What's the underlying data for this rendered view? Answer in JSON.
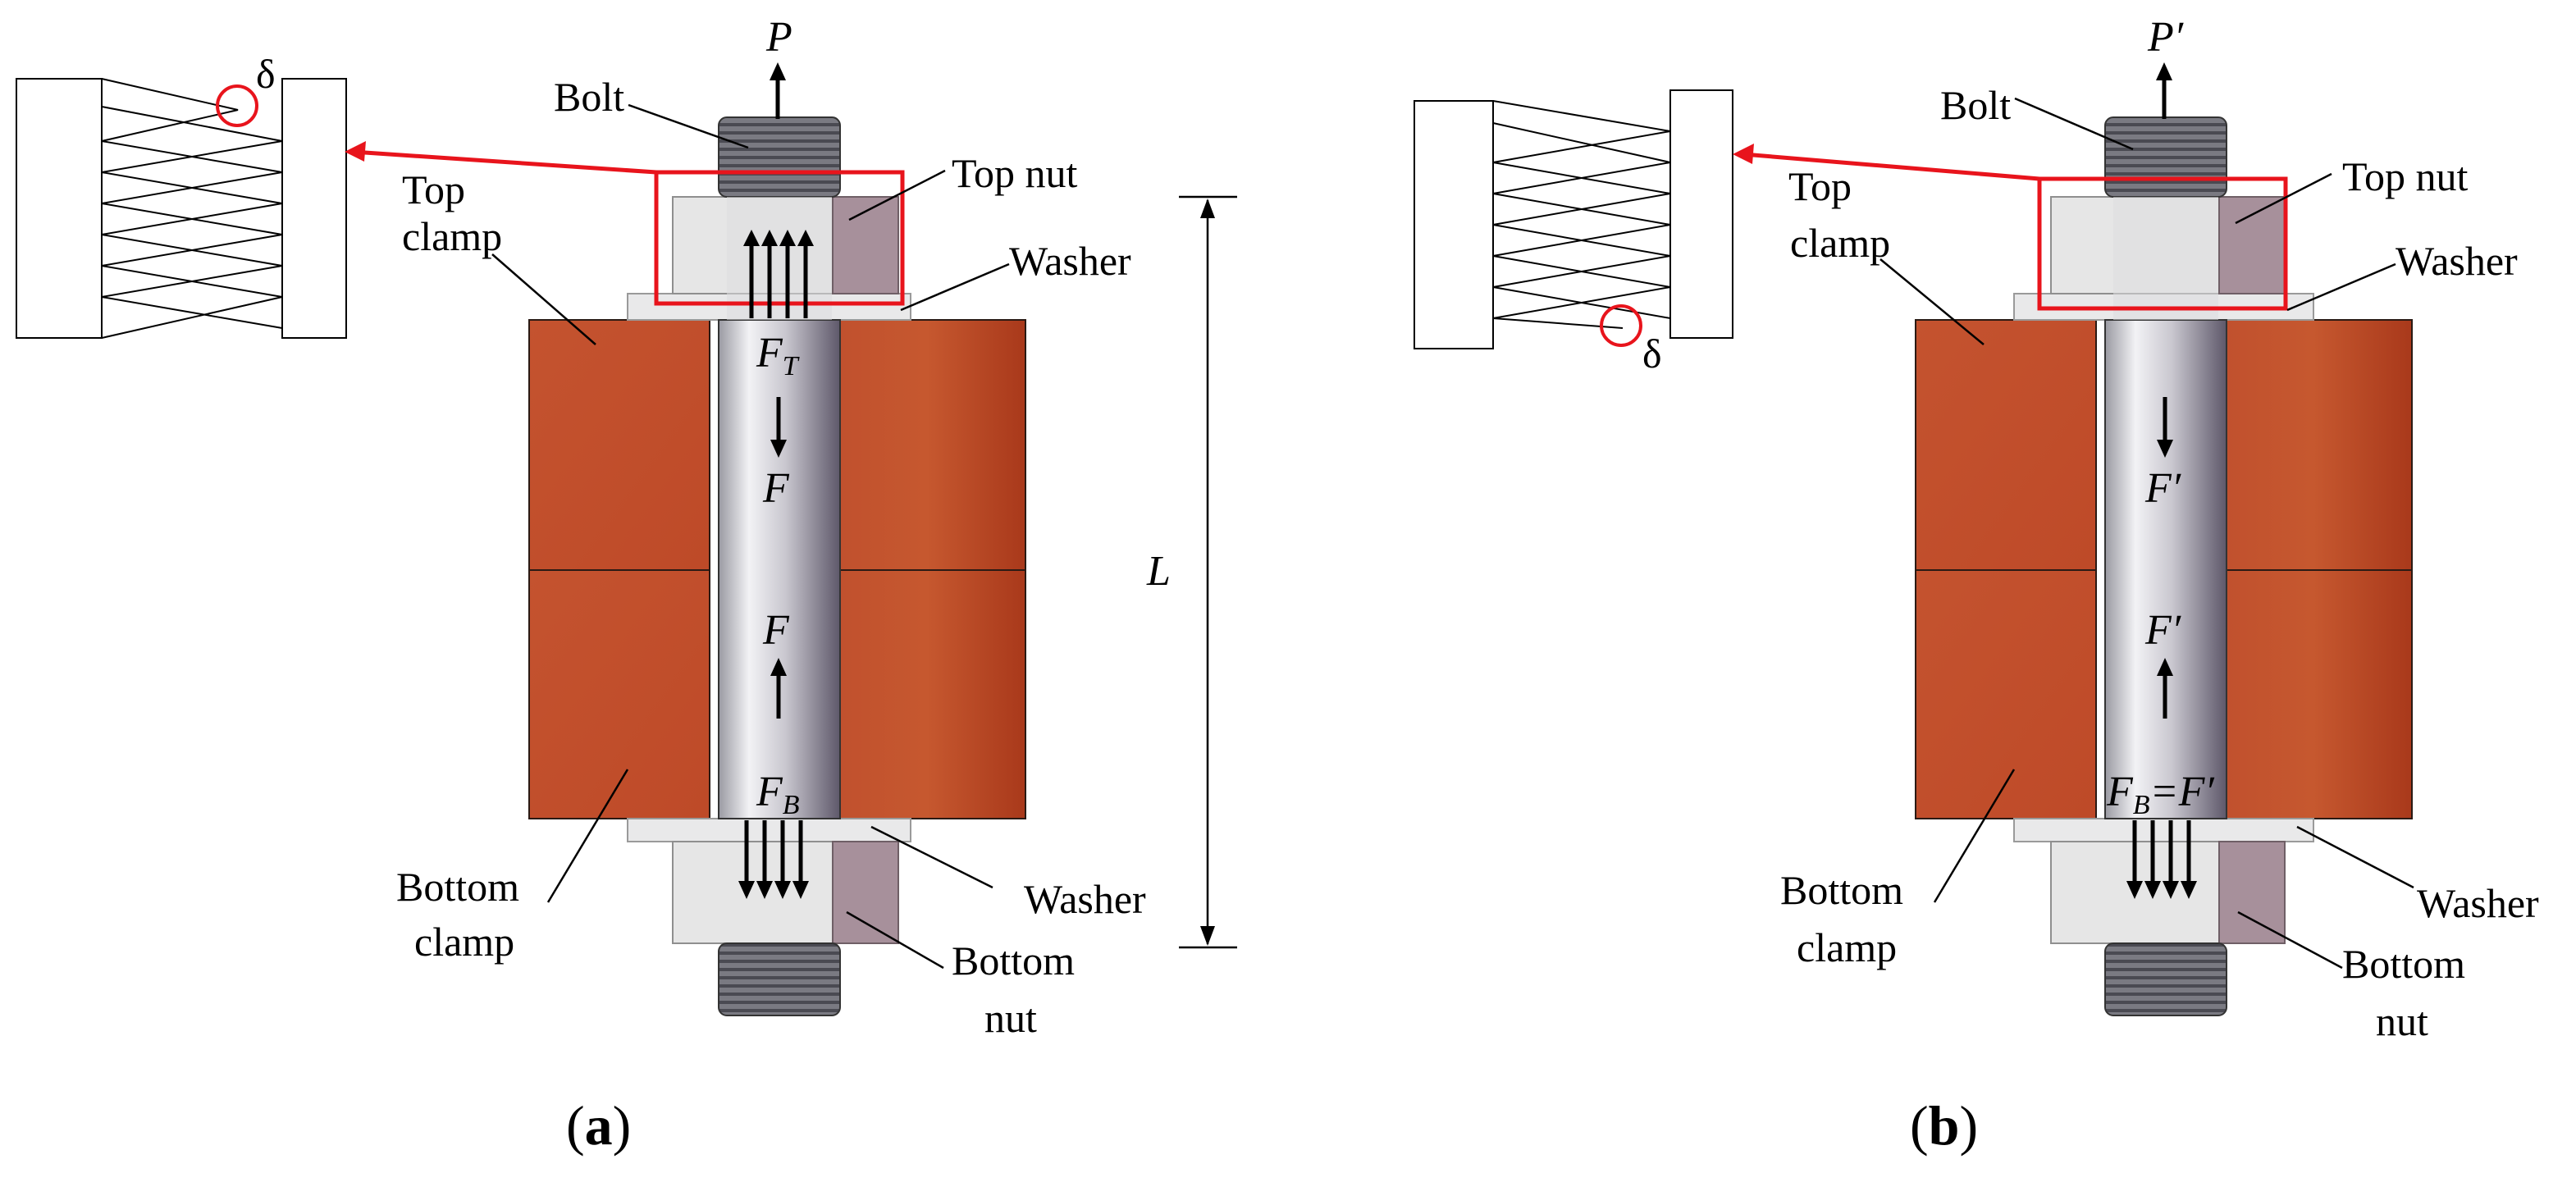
{
  "panel_a": {
    "caption_open": "(",
    "caption_letter": "a",
    "caption_close": ")",
    "labels": {
      "bolt": "Bolt",
      "top_nut": "Top nut",
      "washer_top": "Washer",
      "top_clamp_line1": "Top",
      "top_clamp_line2": "clamp",
      "bottom_clamp_line1": "Bottom",
      "bottom_clamp_line2": "clamp",
      "washer_bottom": "Washer",
      "bottom_nut_line1": "Bottom",
      "bottom_nut_line2": "nut"
    },
    "symbols": {
      "load": "P",
      "top_force": "F",
      "top_force_sub": "T",
      "force_down": "F",
      "force_up": "F",
      "bottom_force": "F",
      "bottom_force_sub": "B",
      "length": "L",
      "gap": "δ"
    }
  },
  "panel_b": {
    "caption_open": "(",
    "caption_letter": "b",
    "caption_close": ")",
    "labels": {
      "bolt": "Bolt",
      "top_nut": "Top nut",
      "washer_top": "Washer",
      "top_clamp_line1": "Top",
      "top_clamp_line2": "clamp",
      "bottom_clamp_line1": "Bottom",
      "bottom_clamp_line2": "clamp",
      "washer_bottom": "Washer",
      "bottom_nut_line1": "Bottom",
      "bottom_nut_line2": "nut"
    },
    "symbols": {
      "load": "P′",
      "force_down": "F′",
      "force_up": "F′",
      "bottom_force": "F",
      "bottom_force_sub": "B",
      "bottom_force_eq": "=F′",
      "gap": "δ"
    }
  },
  "colors": {
    "clamp": "#c44f2e",
    "clamp_dark": "#a8391a",
    "highlight": "#e8141c",
    "bolt_light": "#e6e6ea",
    "bolt_dark": "#6e6878",
    "nut_left": "#e4e4e4",
    "nut_right": "#a7909b"
  }
}
